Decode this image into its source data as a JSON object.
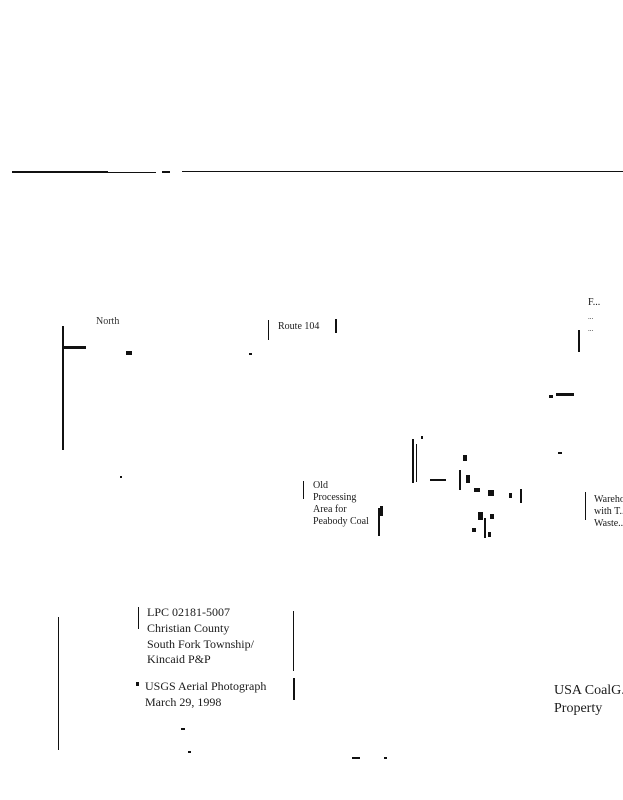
{
  "labels": {
    "north": "North",
    "route": "Route 104",
    "top_right_lines": [
      "F...",
      "...",
      "..."
    ],
    "old_processing": [
      "Old",
      "Processing",
      "Area for",
      "Peabody Coal"
    ],
    "waste": [
      "Warehouse",
      "with T...",
      "Waste..."
    ]
  },
  "caption": {
    "lines": [
      "LPC 02181-5007",
      "Christian County",
      "South Fork Township/",
      "Kincaid P&P"
    ],
    "photo": [
      "USGS Aerial Photograph",
      "March 29, 1998"
    ]
  },
  "property": [
    "USA CoalG...",
    "Property"
  ]
}
